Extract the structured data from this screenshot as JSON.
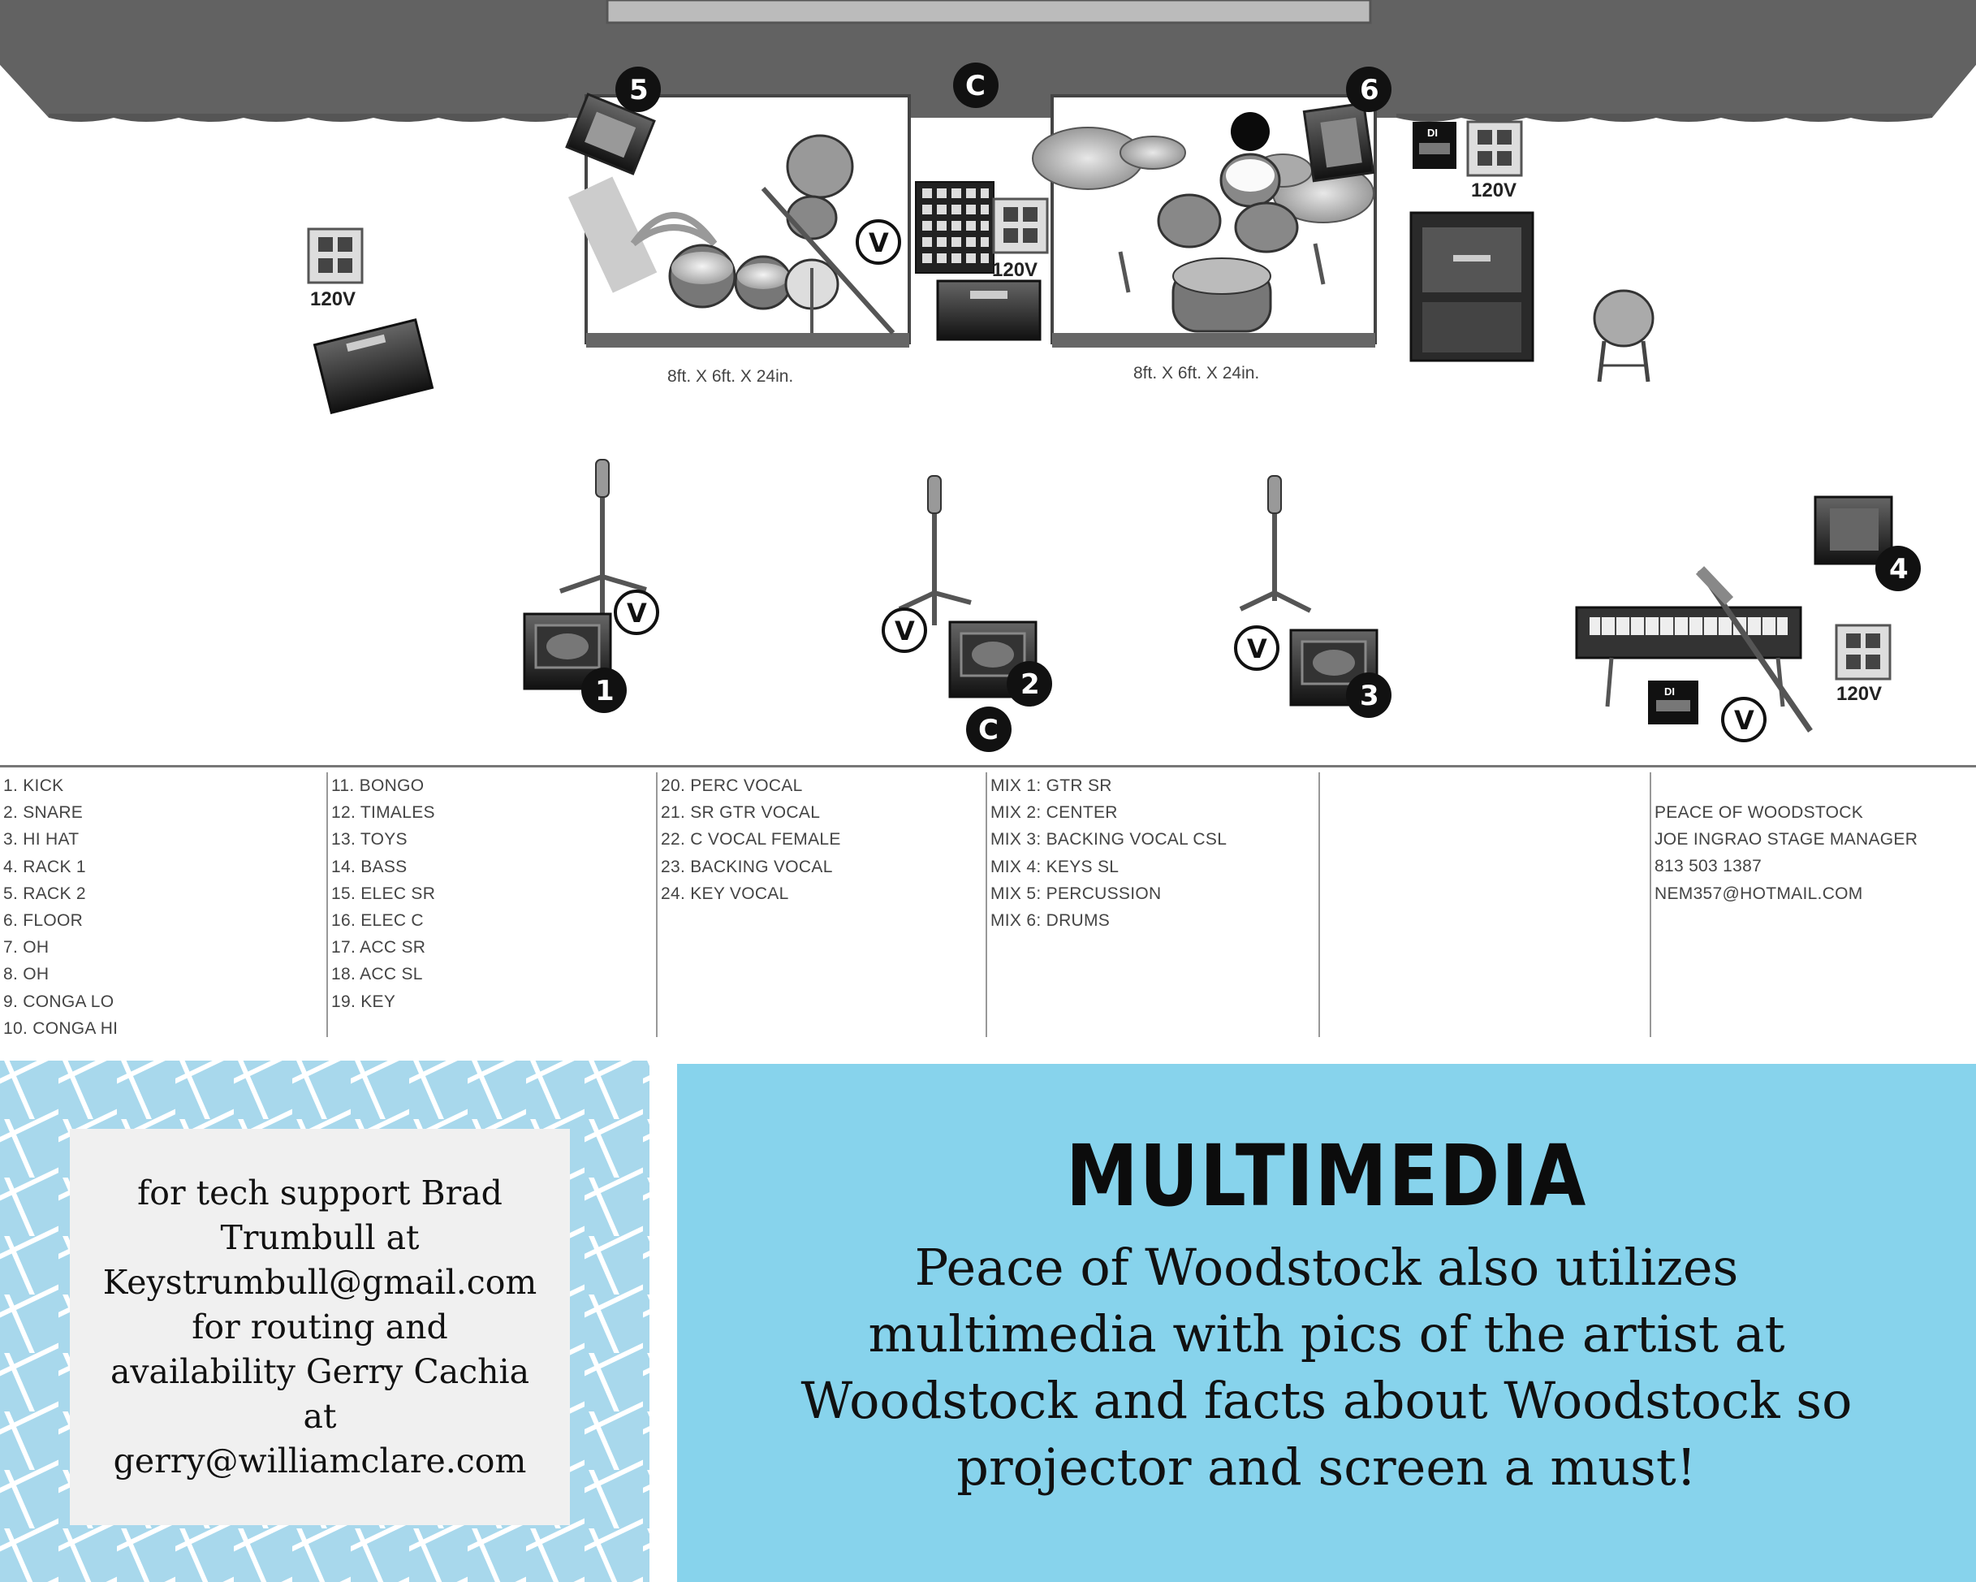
{
  "stage": {
    "outlet_label": "120V",
    "riser_left_dims": "8ft. X 6ft. X 24in.",
    "riser_right_dims": "8ft. X 6ft. X 24in.",
    "badges": [
      "1",
      "2",
      "3",
      "4",
      "5",
      "6"
    ],
    "center_marker": "C",
    "vocal_marker": "V",
    "di_label": "DI"
  },
  "inputs": {
    "col1": [
      "1. KICK",
      "2. SNARE",
      "3. HI HAT",
      "4. RACK 1",
      "5. RACK 2",
      "6. FLOOR",
      "7. OH",
      "8. OH",
      "9. CONGA LO",
      "10. CONGA HI"
    ],
    "col2": [
      "11. BONGO",
      "12. TIMALES",
      "13. TOYS",
      "14. BASS",
      "15. ELEC SR",
      "16. ELEC C",
      "17. ACC SR",
      "18. ACC SL",
      "19. KEY"
    ],
    "col3": [
      "20. PERC VOCAL",
      "21. SR GTR VOCAL",
      "22. C VOCAL FEMALE",
      "23. BACKING VOCAL",
      "24. KEY VOCAL"
    ],
    "col4": [
      "MIX 1:  GTR SR",
      "MIX 2:  CENTER",
      "MIX 3:  BACKING VOCAL CSL",
      "MIX 4:  KEYS SL",
      "MIX 5:  PERCUSSION",
      "MIX 6: DRUMS"
    ],
    "contact": [
      "PEACE OF WOODSTOCK",
      "JOE INGRAO STAGE MANAGER",
      "813 503 1387",
      "NEM357@HOTMAIL.COM"
    ]
  },
  "tech_support": {
    "lines": [
      "for tech support Brad",
      "Trumbull at",
      "Keystrumbull@gmail.com",
      "for routing and",
      "availability Gerry Cachia",
      "at",
      "gerry@williamclare.com"
    ]
  },
  "multimedia": {
    "heading": "MULTIMEDIA",
    "lines": [
      "Peace of Woodstock also utilizes",
      "multimedia with pics of the artist at",
      "Woodstock and facts about Woodstock so",
      "projector and screen a must!"
    ]
  },
  "colors": {
    "pattern_bg": "#a8d8ec",
    "pattern_lines": "#ffffff",
    "card_bg": "#f0f0f0",
    "multimedia_bg": "#87d3ec",
    "badge": "#111111"
  }
}
